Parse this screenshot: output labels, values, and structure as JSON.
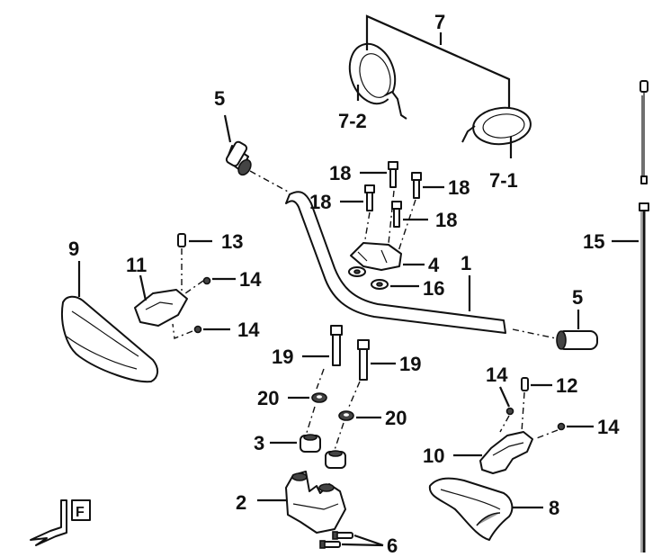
{
  "labels": {
    "p1": "1",
    "p2": "2",
    "p3": "3",
    "p4": "4",
    "p5a": "5",
    "p5b": "5",
    "p6": "6",
    "p7": "7",
    "p7_1": "7-1",
    "p7_2": "7-2",
    "p8": "8",
    "p9": "9",
    "p10": "10",
    "p11": "11",
    "p12": "12",
    "p13": "13",
    "p14a": "14",
    "p14b": "14",
    "p14c": "14",
    "p14d": "14",
    "p15": "15",
    "p16": "16",
    "p18a": "18",
    "p18b": "18",
    "p18c": "18",
    "p18d": "18",
    "p19a": "19",
    "p19b": "19",
    "p20a": "20",
    "p20b": "20"
  },
  "corner_mark": "F",
  "colors": {
    "ink": "#111111",
    "background": "#ffffff",
    "shade": "#9a9a9a"
  }
}
